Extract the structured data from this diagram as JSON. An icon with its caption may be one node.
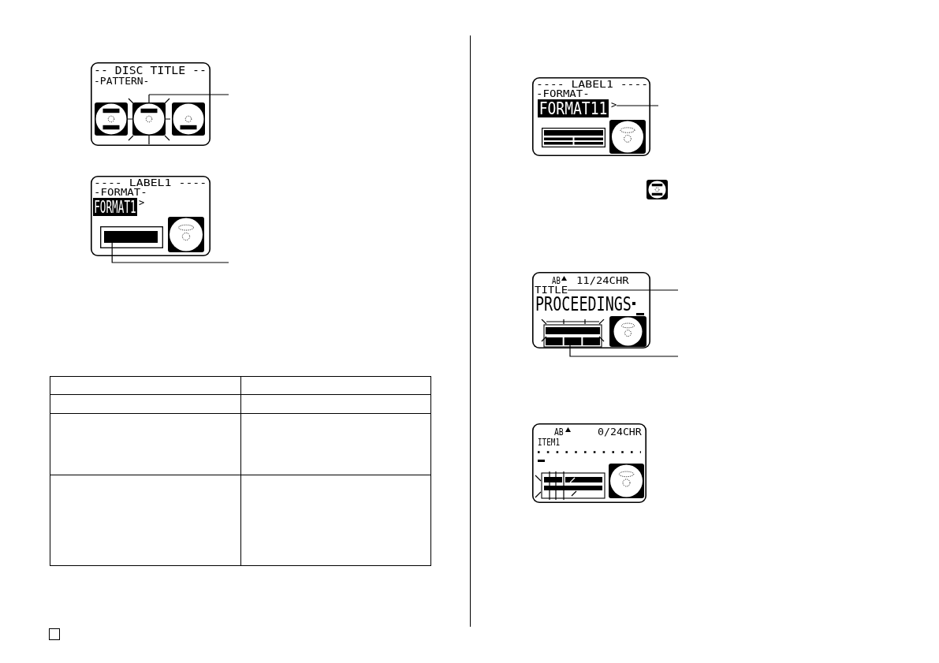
{
  "diagram": {
    "nodes": [
      {
        "text": [
          "-- DISC TITLE --",
          "-PATTERN-"
        ]
      },
      {
        "text": [],
        "shape": "picture",
        "in": 0
      },
      {
        "text": [
          "---- LABEL1 ----",
          "-FORMAT-",
          "FORMAT1",
          ">"
        ]
      },
      {
        "text": [],
        "shape": "bar",
        "in": 2
      },
      {
        "text": [
          "---- LABEL1 ----",
          "-FORMAT-",
          "FORMAT11"
        ]
      },
      {
        "text": [
          ">"
        ],
        "in": 4
      },
      {
        "text": [
          "AB",
          "11/24CHR",
          "PROCEEDINGS"
        ]
      },
      {
        "text": [
          "TITLE"
        ],
        "in": 6
      },
      {
        "text": [],
        "shape": "bar",
        "in": 6
      },
      {
        "text": [
          "AB",
          "0/24CHR",
          "ITEM1"
        ]
      }
    ],
    "edges": [
      {
        "from": null,
        "to": 1,
        "arrow": "none"
      },
      {
        "from": null,
        "to": 3,
        "arrow": "none"
      },
      {
        "from": null,
        "to": 5,
        "arrow": "none"
      },
      {
        "from": null,
        "to": 7,
        "arrow": "none"
      },
      {
        "from": null,
        "to": 8,
        "arrow": "none"
      }
    ]
  }
}
